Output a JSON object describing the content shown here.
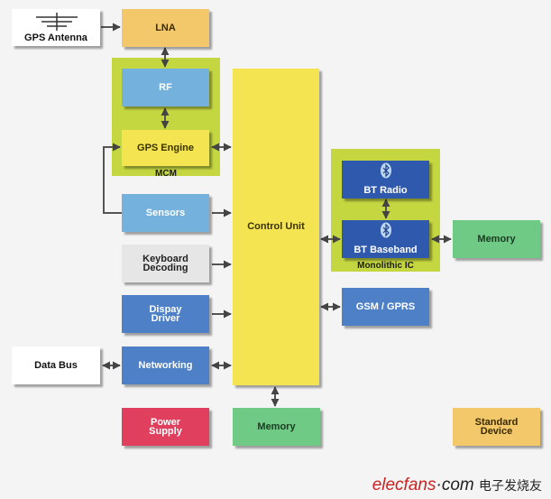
{
  "groups": {
    "mcm": "MCM",
    "monolithic_ic": "Monolithic IC"
  },
  "blocks": {
    "gps_antenna": "GPS Antenna",
    "lna": "LNA",
    "rf": "RF",
    "gps_engine": "GPS Engine",
    "sensors": "Sensors",
    "keyboard_decoding": "Keyboard\nDecoding",
    "display_driver": "Dispay\nDriver",
    "data_bus": "Data Bus",
    "networking": "Networking",
    "power_supply": "Power\nSupply",
    "memory_bottom": "Memory",
    "control_unit": "Control Unit",
    "bt_radio": "BT Radio",
    "bt_baseband": "BT Baseband",
    "memory_right": "Memory",
    "gsm_gprs": "GSM / GPRS",
    "standard_device": "Standard\nDevice"
  },
  "watermark": {
    "brand": "elecfans",
    "dot": "·",
    "domain": "com",
    "chinese": "电子发烧友"
  }
}
